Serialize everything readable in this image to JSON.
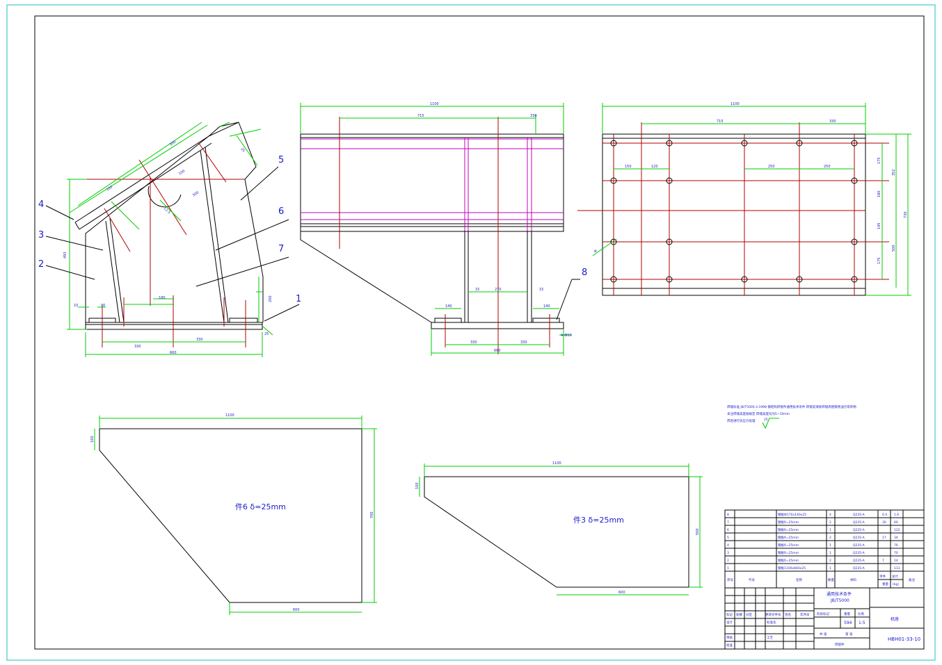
{
  "colors": {
    "frame": "#1bbfbf",
    "line": "#000000",
    "dim": "#00cc00",
    "center": "#b00000",
    "hidden": "#c000c0",
    "text": "#1a1acc"
  },
  "views": {
    "side": {
      "part_numbers": [
        "1",
        "2",
        "3",
        "4",
        "5",
        "6",
        "7"
      ],
      "dims": {
        "top_len": "300",
        "top_thk": "25",
        "half_a": "100",
        "half_b": "100",
        "diag": "300",
        "height": "493",
        "base_gap": "180",
        "right_h": "200",
        "thk": "12.5",
        "bottom_left": "330",
        "bottom_right": "330",
        "overall": "660",
        "small": "10",
        "small2": "90",
        "angle": "25"
      }
    },
    "front": {
      "part_number": "8",
      "dims": {
        "overall_top": "1100",
        "seg1": "715",
        "seg2": "330",
        "gap1": "15",
        "gap2": "270",
        "gap3": "15",
        "pad_left": "140",
        "pad_right": "140",
        "bottom_left": "330",
        "bottom_right": "330",
        "overall_bottom": "660",
        "hole": "4-Ф50"
      }
    },
    "top": {
      "dims": {
        "overall": "1100",
        "seg1": "715",
        "seg2": "330",
        "row_a": "150",
        "row_b": "120",
        "row_c": "250",
        "row_d": "250",
        "r1": "175",
        "r2": "352",
        "r3": "180",
        "r4": "145",
        "r5": "500",
        "r6": "175",
        "total": "730",
        "hole_dia": "Ф"
      }
    }
  },
  "plate6": {
    "label": "件6 δ=25mm",
    "top_dim": "1100",
    "left_dim": "160",
    "right_dim": "700",
    "bottom_dim": "600"
  },
  "plate3": {
    "label": "件3 δ=25mm",
    "top_dim": "1100",
    "left_dim": "100",
    "right_dim": "500",
    "bottom_dim": "600"
  },
  "notes": {
    "line1": "焊缝标准 JB/T5000.3-1998 钢结构焊接件通用技术条件 焊接前清除焊缝周围铁锈油污等杂物",
    "line2": "未注焊缝高度按规定 焊缝高度均为5~10mm",
    "line3": "焊后进行去应力处理",
    "roughness": "25"
  },
  "bom": {
    "rows": [
      {
        "no": "8",
        "name": "钢板Ф170x140x25",
        "qty": "4",
        "mat": "Q235-A",
        "w1": "0.4",
        "w2": "1.6"
      },
      {
        "no": "7",
        "name": "钢板δ=25mm",
        "qty": "2",
        "mat": "Q235-A",
        "w1": "30",
        "w2": "60"
      },
      {
        "no": "6",
        "name": "钢板δ=25mm",
        "qty": "1",
        "mat": "Q235-A",
        "w1": "",
        "w2": "122"
      },
      {
        "no": "5",
        "name": "钢板δ=25mm",
        "qty": "2",
        "mat": "Q235-A",
        "w1": "17",
        "w2": "34"
      },
      {
        "no": "4",
        "name": "钢板δ=25mm",
        "qty": "1",
        "mat": "Q235-A",
        "w1": "",
        "w2": "76"
      },
      {
        "no": "3",
        "name": "钢板δ=25mm",
        "qty": "1",
        "mat": "Q235-A",
        "w1": "",
        "w2": "70"
      },
      {
        "no": "2",
        "name": "钢板δ=25mm",
        "qty": "2",
        "mat": "Q235-A",
        "w1": "7",
        "w2": "14"
      },
      {
        "no": "1",
        "name": "钢板1100x660x25",
        "qty": "1",
        "mat": "Q235-A",
        "w1": "",
        "w2": "113"
      }
    ],
    "header": {
      "no": "序号",
      "code": "代号",
      "name": "名称",
      "qty": "数量",
      "mat": "材料",
      "single": "单件",
      "total": "总计",
      "weight": "重量",
      "note": "备注",
      "unit": "(kg)"
    }
  },
  "title_block": {
    "std_title": "通用技术条件",
    "std_code": "JB/T5000",
    "stage": "阶段标记",
    "weight_label": "重量",
    "scale_label": "比例",
    "weight": "594",
    "scale": "1:5",
    "sheet_a": "共 张",
    "sheet_b": "第 张",
    "drawing_name": "焊接件",
    "company": "机座",
    "drawing_no": "HBH01-33-10",
    "rows": [
      "标记",
      "处数",
      "分区",
      "更改文件号",
      "签名",
      "年月日",
      "设计",
      "标准化",
      "审核",
      "工艺",
      "批准"
    ]
  }
}
